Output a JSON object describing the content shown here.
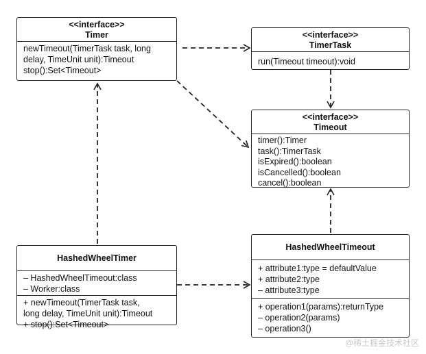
{
  "classes": {
    "timer": {
      "stereotype": "<<interface>>",
      "name": "Timer",
      "methods": [
        "newTimeout(TimerTask task, long",
        "delay, TimeUnit unit):Timeout",
        "stop():Set<Timeout>"
      ]
    },
    "timer_task": {
      "stereotype": "<<interface>>",
      "name": "TimerTask",
      "methods": [
        "run(Timeout timeout):void"
      ]
    },
    "timeout": {
      "stereotype": "<<interface>>",
      "name": "Timeout",
      "methods": [
        "timer():Timer",
        "task():TimerTask",
        "isExpired():boolean",
        "isCancelled():boolean",
        "cancel():boolean"
      ]
    },
    "hashed_wheel_timer": {
      "name": "HashedWheelTimer",
      "attributes": [
        "– HashedWheelTimeout:class",
        "– Worker:class"
      ],
      "methods": [
        "+ newTimeout(TimerTask task,",
        "long delay, TimeUnit unit):Timeout",
        "+ stop():Set<Timeout>"
      ]
    },
    "hashed_wheel_timeout": {
      "name": "HashedWheelTimeout",
      "attributes": [
        "+ attribute1:type = defaultValue",
        "+ attribute2:type",
        "– attribute3:type"
      ],
      "methods": [
        "+ operation1(params):returnType",
        "– operation2(params)",
        "– operation3()"
      ]
    }
  },
  "relations": [
    {
      "from": "Timer",
      "to": "TimerTask",
      "kind": "dependency"
    },
    {
      "from": "Timer",
      "to": "Timeout",
      "kind": "dependency"
    },
    {
      "from": "TimerTask",
      "to": "Timeout",
      "kind": "dependency"
    },
    {
      "from": "HashedWheelTimer",
      "to": "Timer",
      "kind": "realization"
    },
    {
      "from": "HashedWheelTimer",
      "to": "HashedWheelTimeout",
      "kind": "dependency"
    },
    {
      "from": "HashedWheelTimeout",
      "to": "Timeout",
      "kind": "realization"
    }
  ],
  "watermark": "@稀土掘金技术社区"
}
